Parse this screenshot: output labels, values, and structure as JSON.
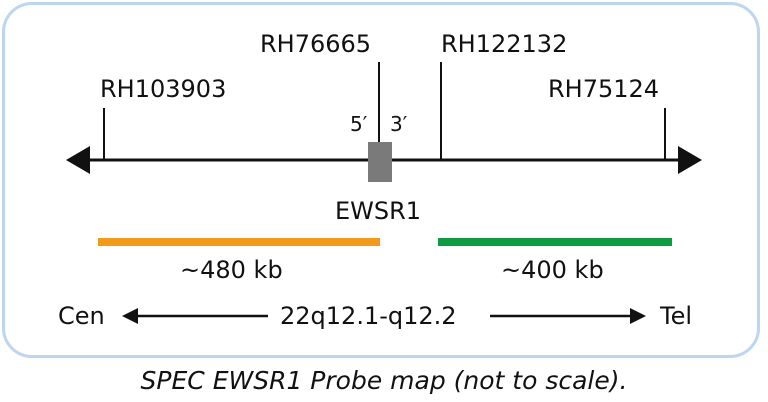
{
  "markers": [
    {
      "id": "rh103903",
      "label": "RH103903"
    },
    {
      "id": "rh76665",
      "label": "RH76665"
    },
    {
      "id": "rh122132",
      "label": "RH122132"
    },
    {
      "id": "rh75124",
      "label": "RH75124"
    }
  ],
  "gene": {
    "label": "EWSR1",
    "five_prime": "5′",
    "three_prime": "3′",
    "color": "#7a7a7a"
  },
  "probes": [
    {
      "id": "centromeric",
      "size_label": "~480 kb",
      "color": "#f39a1a"
    },
    {
      "id": "telomeric",
      "size_label": "~400 kb",
      "color": "#0f9a44"
    }
  ],
  "orientation": {
    "left": "Cen",
    "region": "22q12.1-q12.2",
    "right": "Tel"
  },
  "caption": "SPEC EWSR1 Probe map (not to scale).",
  "colors": {
    "frame": "#bcd6ef",
    "line": "#111111"
  }
}
